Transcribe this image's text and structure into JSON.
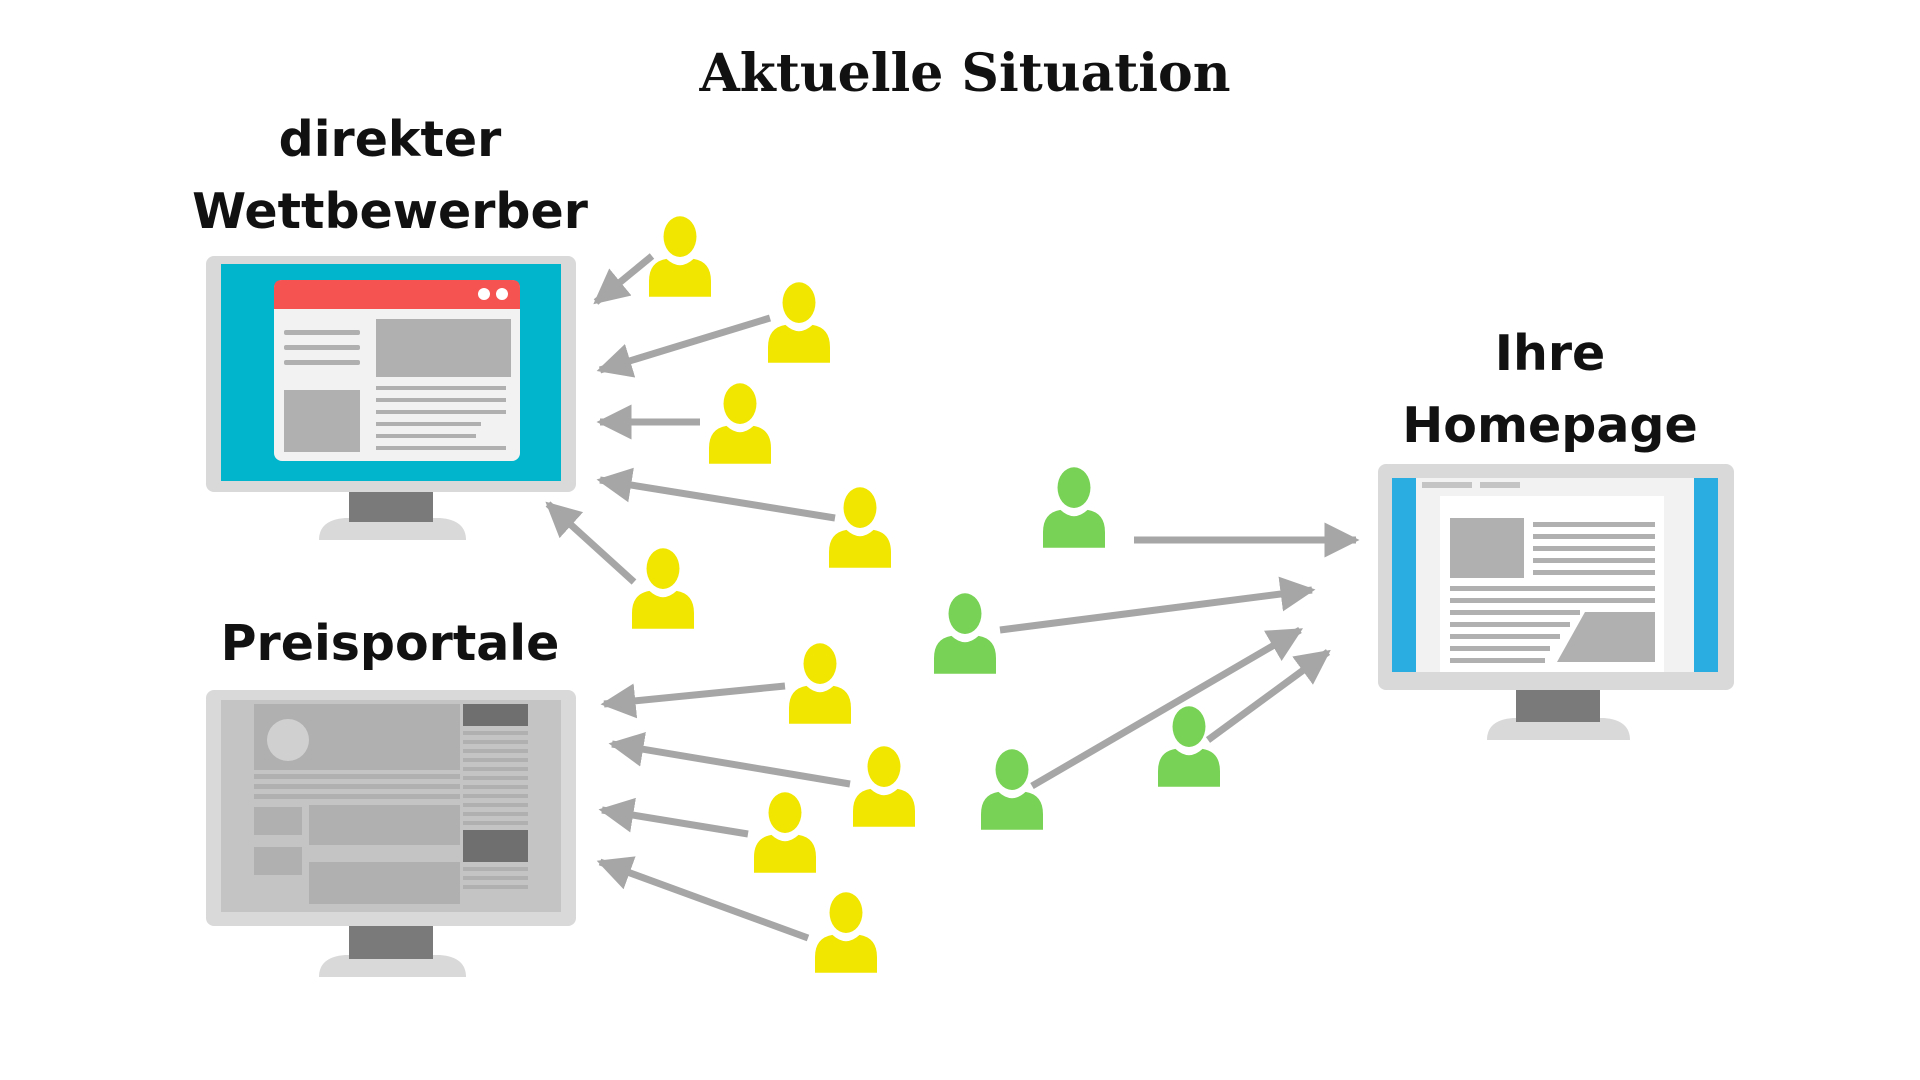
{
  "title": "Aktuelle Situation",
  "labels": {
    "competitor": [
      "direkter",
      "Wettbewerber"
    ],
    "portals": "Preisportale",
    "homepage": [
      "Ihre",
      "Homepage"
    ]
  },
  "colors": {
    "visitor_lost": "#f0e600",
    "visitor_won": "#78d255",
    "arrow": "#a6a6a6",
    "competitor_screen": "#00b5cc",
    "competitor_header": "#f55252",
    "homepage_sidebar": "#2aaee2",
    "monitor_frame": "#d9d9d9",
    "monitor_stand": "#7a7a7a"
  },
  "icons": {
    "visitor": "person-icon",
    "monitor": "desktop-monitor-icon"
  }
}
